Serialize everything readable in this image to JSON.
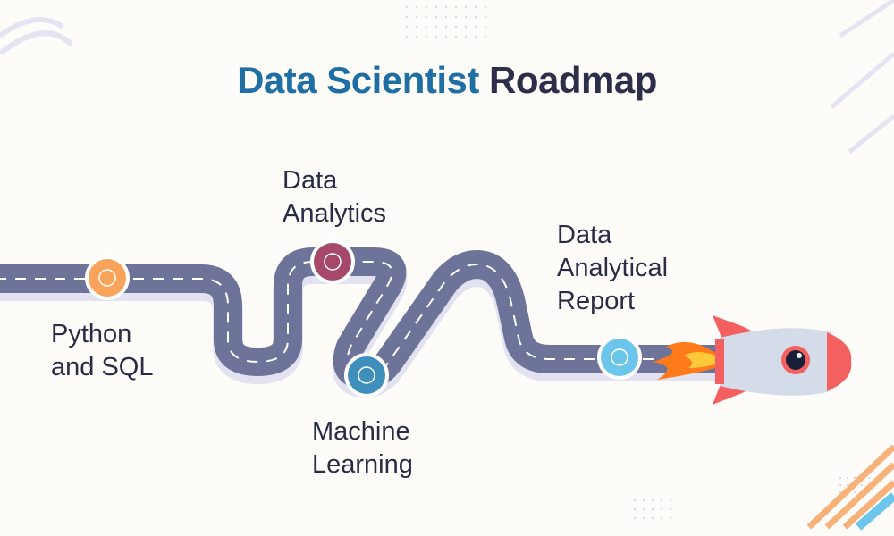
{
  "title": {
    "part1": "Data Scientist",
    "part2": "Roadmap"
  },
  "milestones": [
    {
      "line1": "Python",
      "line2": "and SQL",
      "icon": "python-icon",
      "color": "#f9a35b"
    },
    {
      "line1": "Data",
      "line2": "Analytics",
      "icon": "analytics-icon",
      "color": "#a6486a"
    },
    {
      "line1": "Machine",
      "line2": "Learning",
      "icon": "neural-network-icon",
      "color": "#3f8fbd"
    },
    {
      "line1": "Data",
      "line2": "Analytical",
      "line3": "Report",
      "icon": "report-icon",
      "color": "#6cc5ea"
    }
  ],
  "colors": {
    "road": "#6e7499",
    "road_shadow": "#e2e2f0",
    "rocket_red": "#f45f5f",
    "rocket_body": "#d4dcea"
  }
}
